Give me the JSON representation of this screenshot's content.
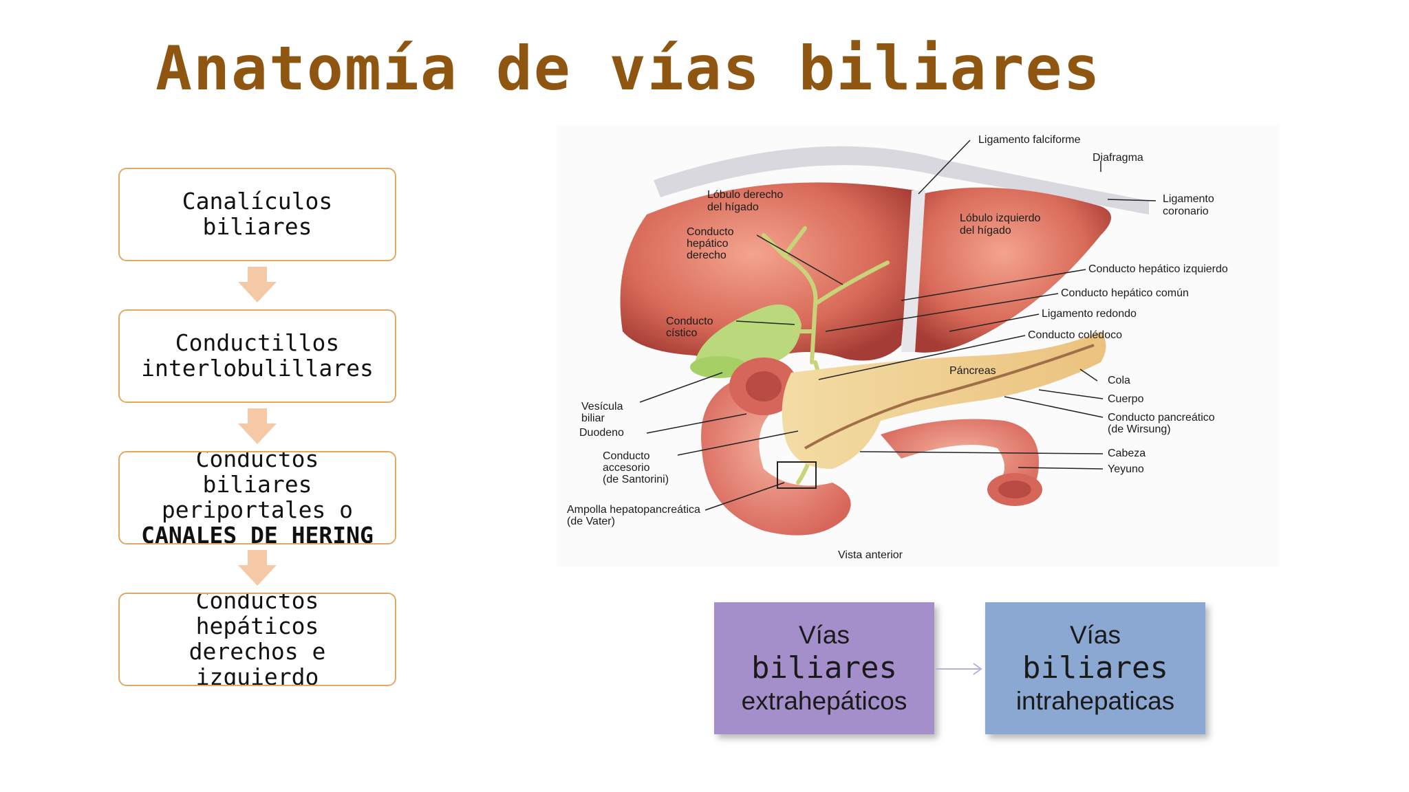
{
  "title": "Anatomía de vías biliares",
  "flow": [
    {
      "text": "Canalículos\nbiliares",
      "bold": ""
    },
    {
      "text": "Conductillos\ninterlobulillares",
      "bold": ""
    },
    {
      "text": "Conductos\nbiliares\nperiportales o",
      "bold": "CANALES DE HERING"
    },
    {
      "text": "Conductos\nhepáticos\nderechos e\nizquierdo",
      "bold": ""
    }
  ],
  "figure_labels": {
    "ligamento_falciforme": "Ligamento falciforme",
    "diafragma": "Diafragma",
    "ligamento_coronario_1": "Ligamento",
    "ligamento_coronario_2": "coronario",
    "lobulo_derecho_1": "Lóbulo derecho",
    "lobulo_derecho_2": "del hígado",
    "lobulo_izquierdo_1": "Lóbulo izquierdo",
    "lobulo_izquierdo_2": "del hígado",
    "conducto_hep_der_1": "Conducto",
    "conducto_hep_der_2": "hepático",
    "conducto_hep_der_3": "derecho",
    "conducto_hep_izq": "Conducto hepático izquierdo",
    "conducto_hep_comun": "Conducto hepático común",
    "ligamento_redondo": "Ligamento redondo",
    "conducto_coledoco": "Conducto colédoco",
    "conducto_cistico_1": "Conducto",
    "conducto_cistico_2": "cístico",
    "pancreas": "Páncreas",
    "cola": "Cola",
    "cuerpo": "Cuerpo",
    "wirsung_1": "Conducto pancreático",
    "wirsung_2": "(de Wirsung)",
    "cabeza": "Cabeza",
    "yeyuno": "Yeyuno",
    "vesicula_1": "Vesícula",
    "vesicula_2": "biliar",
    "duodeno": "Duodeno",
    "santorini_1": "Conducto",
    "santorini_2": "accesorio",
    "santorini_3": "(de Santorini)",
    "ampolla_1": "Ampolla hepatopancreática",
    "ampolla_2": "(de Vater)",
    "vista": "Vista anterior"
  },
  "vias": {
    "extra": {
      "line1": "Vías",
      "line2": "biliares",
      "line3": "extrahepáticos"
    },
    "intra": {
      "line1": "Vías",
      "line2": "biliares",
      "line3": "intrahepaticas"
    }
  },
  "colors": {
    "title": "#8f5612",
    "flow_border": "#e2a865",
    "flow_arrow": "#f6c9a6",
    "extra_box": "#a58fcb",
    "intra_box": "#8aa8d1",
    "connector": "#b7b0d9"
  }
}
